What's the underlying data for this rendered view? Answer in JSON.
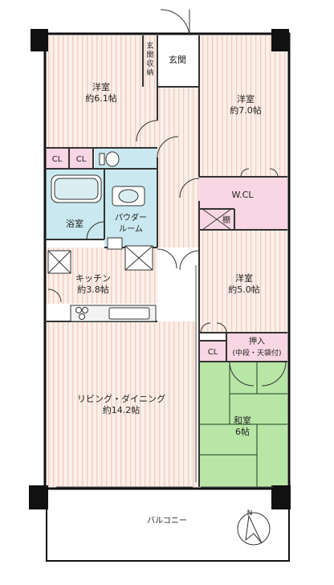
{
  "rooms": {
    "western1": {
      "name": "洋室",
      "area": "約6.1帖"
    },
    "western2": {
      "name": "洋室",
      "area": "約7.0帖"
    },
    "western3": {
      "name": "洋室",
      "area": "約5.0帖"
    },
    "entrance": {
      "name": "玄関"
    },
    "entrance_storage": {
      "line1": "玄",
      "line2": "関",
      "line3": "収",
      "line4": "納"
    },
    "closet1": {
      "name": "CL"
    },
    "closet2": {
      "name": "CL"
    },
    "closet3": {
      "name": "CL"
    },
    "walkin": {
      "name": "W.CL"
    },
    "shelf": {
      "name": "棚"
    },
    "bath": {
      "name": "浴室"
    },
    "powder": {
      "line1": "パウダー",
      "line2": "ルーム"
    },
    "kitchen": {
      "name": "キッチン",
      "area": "約3.8帖"
    },
    "closet_oshiire": {
      "line1": "押入",
      "line2": "(中段・天袋付)"
    },
    "living": {
      "name": "リビング・ダイニング",
      "area": "約14.2帖"
    },
    "japanese": {
      "name": "和室",
      "area": "6帖"
    },
    "balcony": {
      "name": "バルコニー"
    }
  },
  "compass": {
    "label": "N"
  },
  "colors": {
    "floor": "#fbefe9",
    "stripe": "#f0cdc0",
    "wet": "#c9e8ef",
    "closet": "#f8d6e3",
    "tatami": "#b8e6a6",
    "wall": "#111111"
  }
}
